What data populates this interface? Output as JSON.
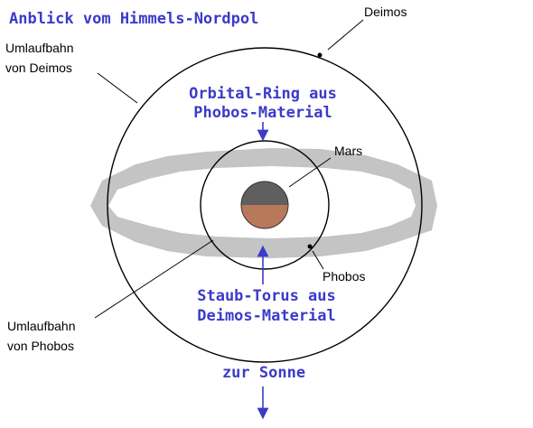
{
  "title": "Anblick vom Himmels-Nordpol",
  "labels": {
    "deimos": "Deimos",
    "orbit_deimos_line1": "Umlaufbahn",
    "orbit_deimos_line2": "von Deimos",
    "ring_line1": "Orbital-Ring aus",
    "ring_line2": "Phobos-Material",
    "mars": "Mars",
    "phobos": "Phobos",
    "torus_line1": "Staub-Torus aus",
    "torus_line2": "Deimos-Material",
    "orbit_phobos_line1": "Umlaufbahn",
    "orbit_phobos_line2": "von Phobos",
    "sun": "zur Sonne"
  },
  "colors": {
    "label_blue": "#3b3bc8",
    "torus_gray": "#c4c4c4",
    "mars_dark": "#5f5f5f",
    "mars_light": "#b8785a",
    "line": "#000000"
  }
}
